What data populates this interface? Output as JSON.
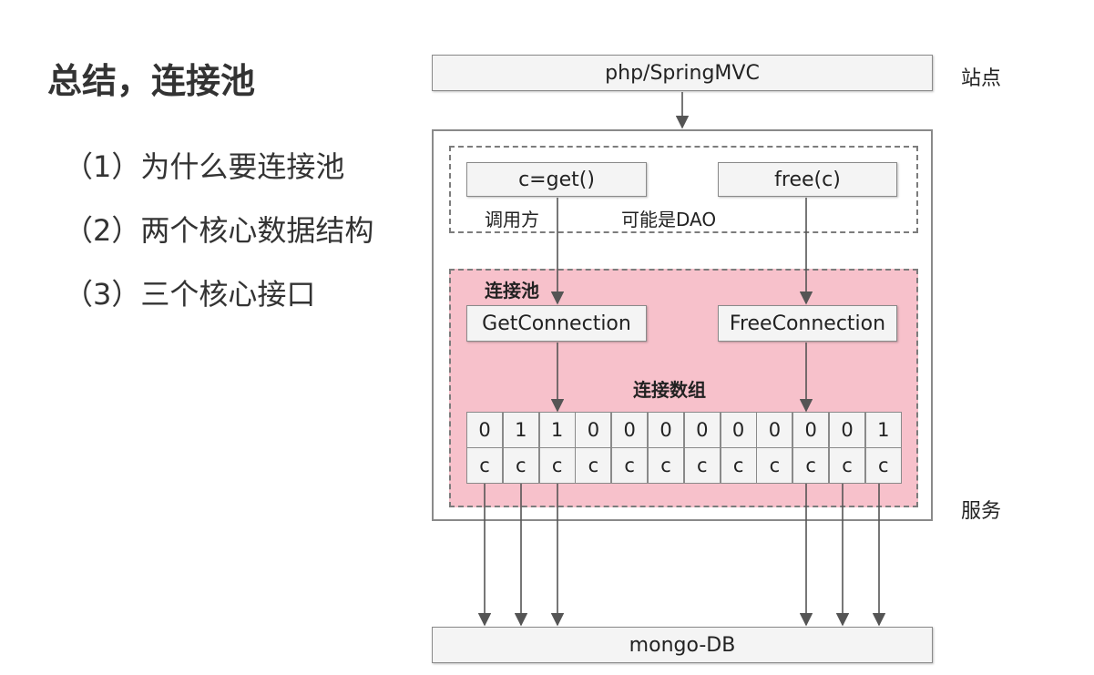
{
  "heading": "总结，连接池",
  "points": [
    "（1）为什么要连接池",
    "（2）两个核心数据结构",
    "（3）三个核心接口"
  ],
  "site_box": "php/SpringMVC",
  "site_label": "站点",
  "call_get": "c=get()",
  "call_free": "free(c)",
  "caller_label": "调用方",
  "dao_label": "可能是DAO",
  "pool_label": "连接池",
  "get_connection": "GetConnection",
  "free_connection": "FreeConnection",
  "array_label": "连接数组",
  "array_flags": [
    "0",
    "1",
    "1",
    "0",
    "0",
    "0",
    "0",
    "0",
    "0",
    "0",
    "0",
    "1"
  ],
  "array_conns": [
    "c",
    "c",
    "c",
    "c",
    "c",
    "c",
    "c",
    "c",
    "c",
    "c",
    "c",
    "c"
  ],
  "service_label": "服务",
  "db_box": "mongo-DB",
  "colors": {
    "pool_fill": "#f7c1cb",
    "line": "#555555"
  }
}
